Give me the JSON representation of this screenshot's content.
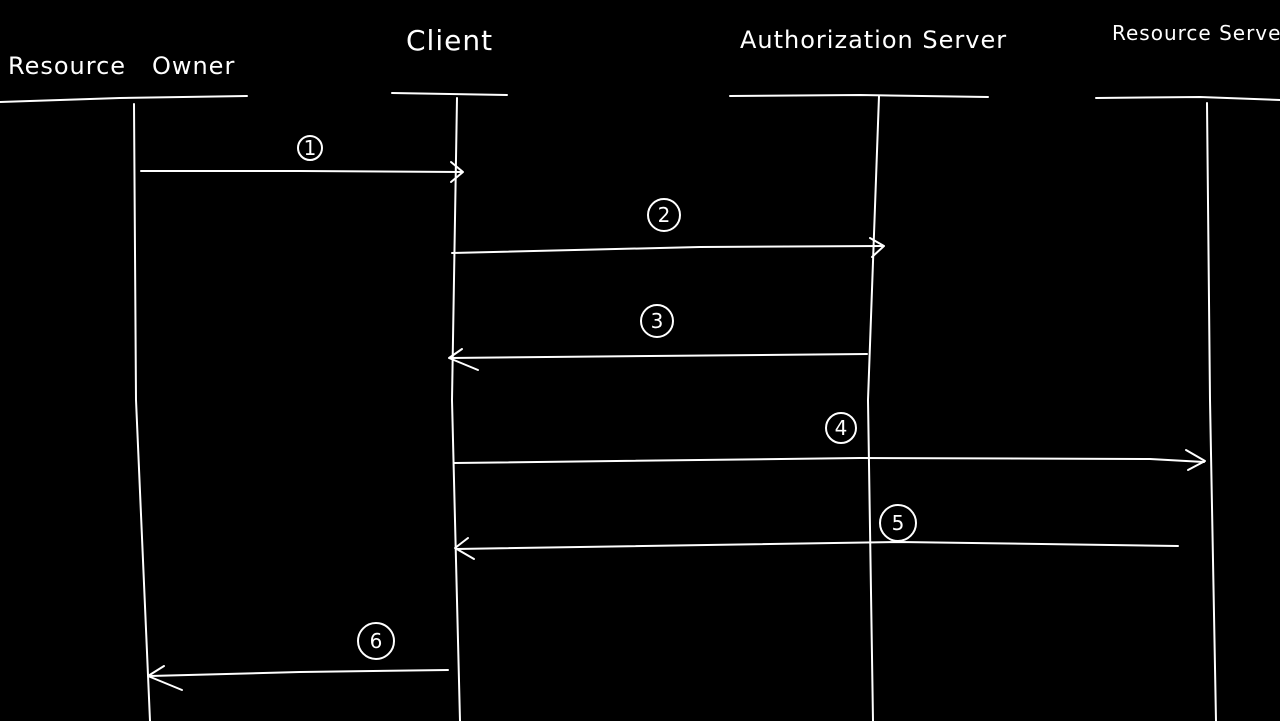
{
  "actors": [
    {
      "id": "resource-owner",
      "label": "Resource   Owner"
    },
    {
      "id": "client",
      "label": "Client"
    },
    {
      "id": "authorization-server",
      "label": "Authorization Server"
    },
    {
      "id": "resource-server",
      "label": "Resource Server"
    }
  ],
  "steps": [
    {
      "number": "1",
      "from": "resource-owner",
      "to": "client"
    },
    {
      "number": "2",
      "from": "client",
      "to": "authorization-server"
    },
    {
      "number": "3",
      "from": "authorization-server",
      "to": "client"
    },
    {
      "number": "4",
      "from": "client",
      "to": "resource-server"
    },
    {
      "number": "5",
      "from": "resource-server",
      "to": "client"
    },
    {
      "number": "6",
      "from": "client",
      "to": "resource-owner"
    }
  ],
  "colors": {
    "background": "#000000",
    "ink": "#ffffff"
  }
}
